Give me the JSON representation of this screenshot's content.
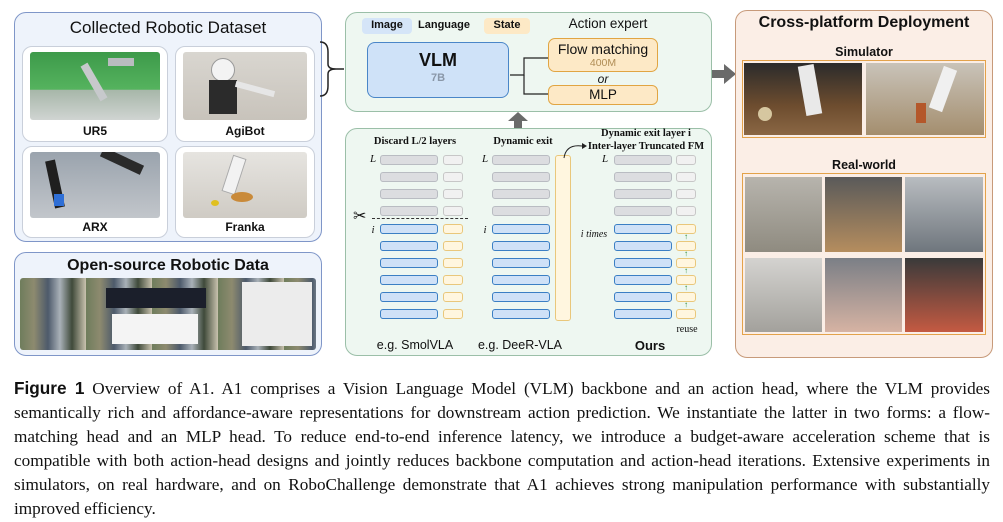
{
  "left": {
    "dataset_title": "Collected Robotic Dataset",
    "robots": [
      "UR5",
      "AgiBot",
      "ARX",
      "Franka"
    ],
    "open_source_title": "Open-source Robotic Data"
  },
  "middle": {
    "tags": [
      "Image",
      "Language",
      "State"
    ],
    "action_expert": "Action expert",
    "vlm": "VLM",
    "vlm_size": "7B",
    "flow_matching": "Flow matching",
    "flow_size": "400M",
    "or": "or",
    "mlp": "MLP",
    "col1_title": "Discard L/2 layers",
    "col2_title": "Dynamic exit",
    "col3_title": "Dynamic exit layer i\nInter-layer Truncated FM",
    "L": "L",
    "i": "i",
    "i_times": "i times",
    "reuse": "reuse",
    "eg1": "e.g. SmolVLA",
    "eg2": "e.g. DeeR-VLA",
    "ours": "Ours"
  },
  "right": {
    "title": "Cross-platform Deployment",
    "simulator": "Simulator",
    "real_world": "Real-world"
  },
  "caption": {
    "fig_label": "Figure 1",
    "text": "Overview of A1. A1 comprises a Vision Language Model (VLM) backbone and an action head, where the VLM provides semantically rich and affordance-aware representations for downstream action prediction. We instantiate the latter in two forms: a flow-matching head and an MLP head. To reduce end-to-end inference latency, we introduce a budget-aware acceleration scheme that is compatible with both action-head designs and jointly reduces backbone computation and action-head iterations. Extensive experiments in simulators, on real hardware, and on RoboChallenge demonstrate that A1 achieves strong manipulation performance with substantially improved efficiency."
  },
  "colors": {
    "left_panel_bg": "#eef3fb",
    "left_panel_border": "#7f96c8",
    "mid_panel_bg": "#eef7f1",
    "mid_panel_border": "#9bbfa8",
    "right_panel_bg": "#fbeee6",
    "right_panel_border": "#c79a7a",
    "vlm_blue": "#cfe2f8",
    "vlm_border": "#4a86c8",
    "orange_bg": "#fde9c6",
    "orange_border": "#e1a542"
  }
}
